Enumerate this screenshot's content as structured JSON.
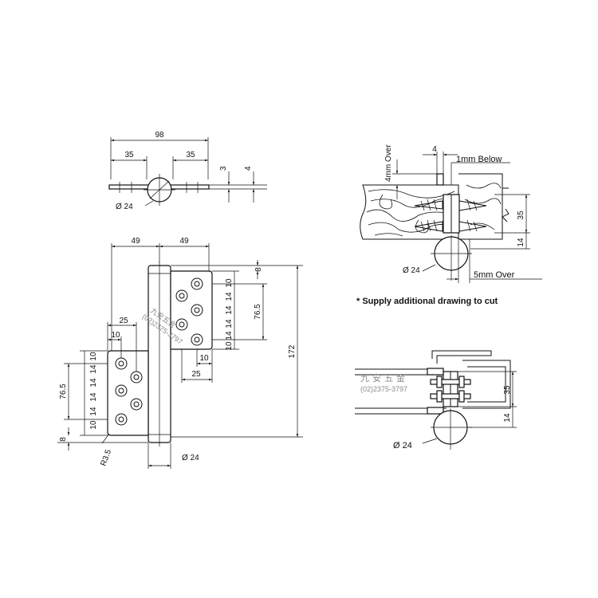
{
  "top_view": {
    "overall_width": "98",
    "left_offset": "35",
    "right_offset": "35",
    "thickness_a": "3",
    "thickness_b": "4",
    "pin_diameter": "Ø 24"
  },
  "front_view": {
    "half_width_left": "49",
    "half_width_right": "49",
    "overall_height": "172",
    "top_edge": "8",
    "bottom_edge": "8",
    "right_leaf_hole_span": "76.5",
    "left_leaf_hole_span": "76.5",
    "right_leaf_pitch": [
      "10",
      "14",
      "14",
      "14",
      "14",
      "10"
    ],
    "left_leaf_pitch": [
      "10",
      "14",
      "14",
      "14",
      "14",
      "10"
    ],
    "left_leaf_offset": "25",
    "left_leaf_inner": "10",
    "right_leaf_offset": "25",
    "right_leaf_inner": "10",
    "corner_radius": "R3.5",
    "pin_diameter": "Ø 24"
  },
  "wood_section": {
    "over_top": "4mm Over",
    "gap": "4",
    "below": "1mm Below",
    "leaf_height": "35",
    "bottom_gap": "14",
    "pin_diameter": "Ø 24",
    "side_over": "5mm Over",
    "note": "* Supply additional drawing to cut"
  },
  "metal_section": {
    "leaf_height": "35",
    "bottom_gap": "14",
    "pin_diameter": "Ø 24"
  },
  "watermark": {
    "company": "九安五金",
    "phone": "(02)2375-3797"
  }
}
